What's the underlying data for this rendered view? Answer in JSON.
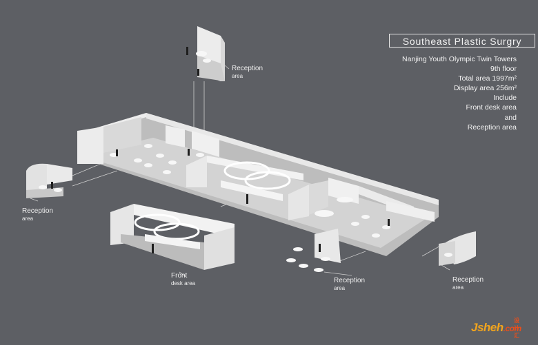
{
  "title": "Southeast  Plastic  Surgry",
  "info_lines": [
    "Nanjing Youth Olympic Twin Towers",
    "9th floor",
    "Total area 1997m²",
    "Display area 256m²",
    "Include",
    "Front desk area",
    "and",
    "Reception area"
  ],
  "callouts": {
    "top": {
      "l1": "Reception",
      "l2": "area"
    },
    "left": {
      "l1": "Reception",
      "l2": "area"
    },
    "front_desk": {
      "l1": "Front",
      "l2": "desk area"
    },
    "bottom_mid": {
      "l1": "Reception",
      "l2": "area"
    },
    "bottom_right": {
      "l1": "Reception",
      "l2": "area"
    }
  },
  "watermark": {
    "main": "Jsheh",
    "suffix": ".com",
    "cn": "设计汇"
  },
  "colors": {
    "background": "#5d5f64",
    "wall": "#e4e4e4",
    "floor": "#c9c9c9",
    "text": "#f2f2f2",
    "brand": "#f3a51c"
  }
}
